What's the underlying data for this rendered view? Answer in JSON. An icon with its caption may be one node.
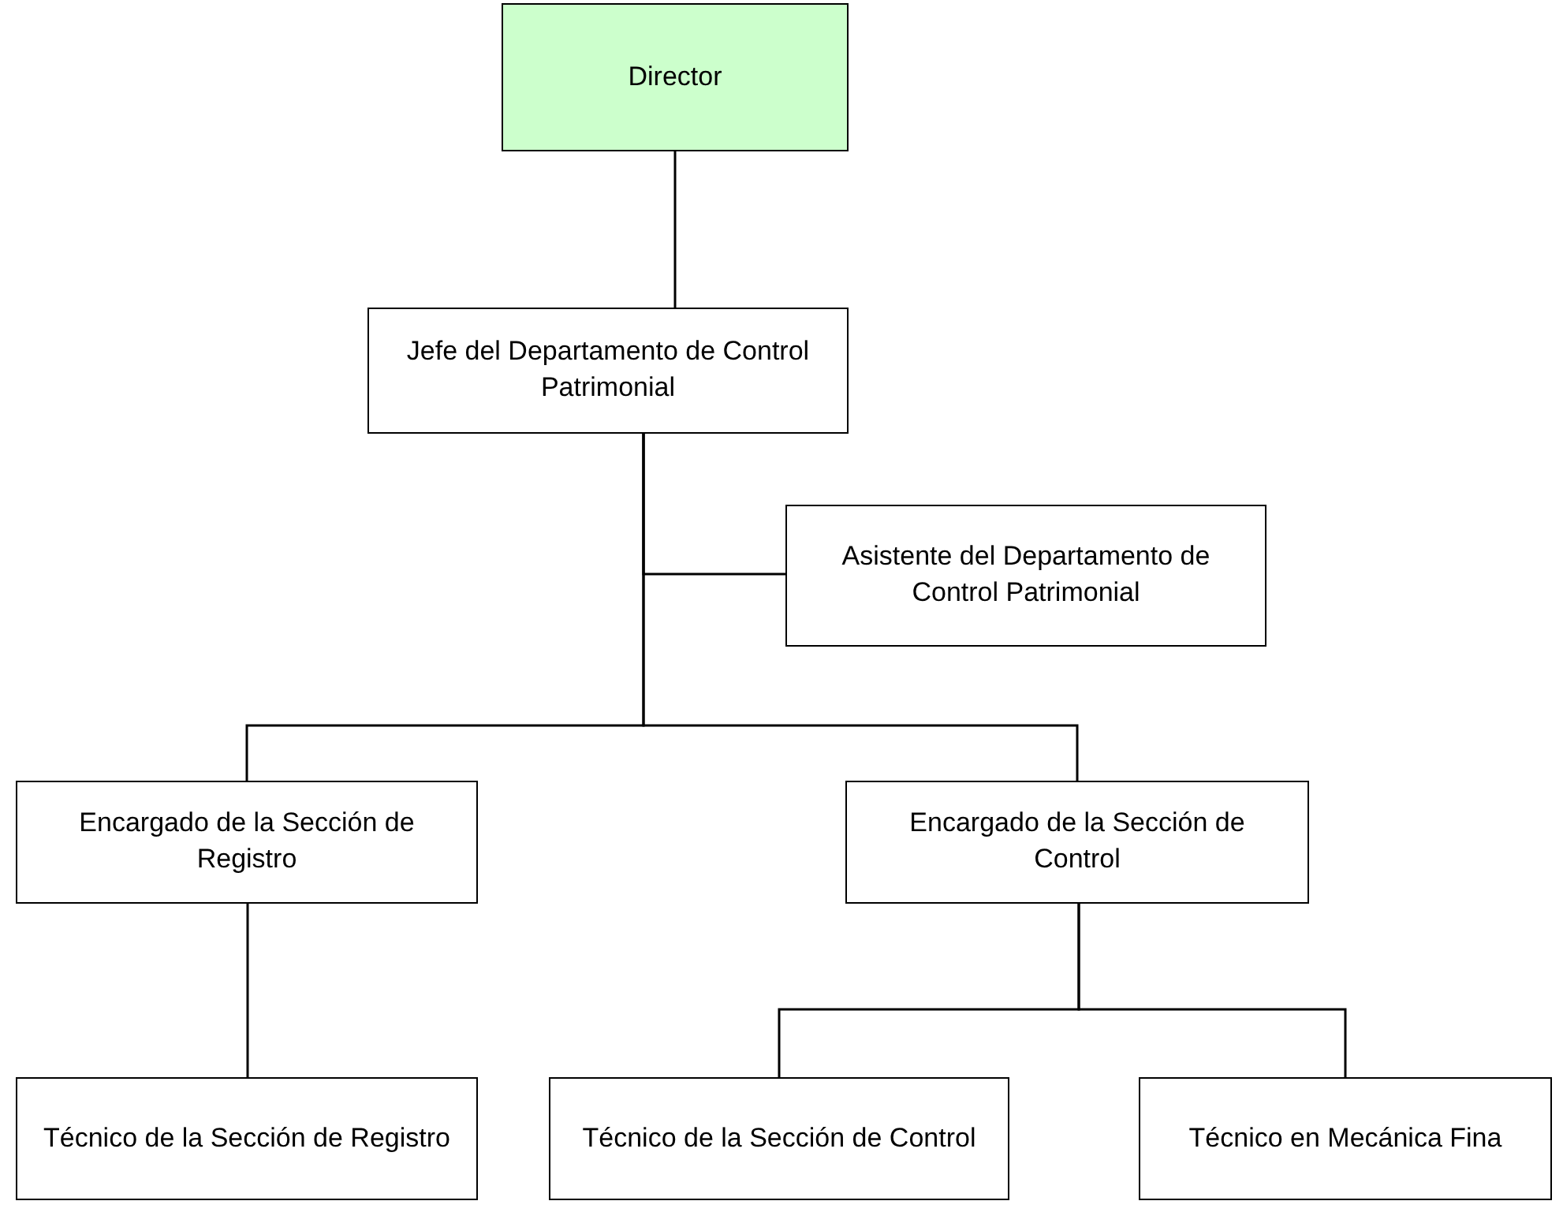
{
  "diagram": {
    "nodes": [
      {
        "text": [
          "Director"
        ]
      },
      {
        "text": [
          "Jefe del Departamento de Control Patrimonial"
        ]
      },
      {
        "text": [
          "Asistente del Departamento de Control Patrimonial"
        ]
      },
      {
        "text": [
          "Encargado de la Sección de Registro"
        ]
      },
      {
        "text": [
          "Encargado de la Sección de Control"
        ]
      },
      {
        "text": [
          "Técnico de la Sección de Registro"
        ]
      },
      {
        "text": [
          "Técnico de la Sección de Control"
        ]
      },
      {
        "text": [
          "Técnico en Mecánica Fina"
        ]
      }
    ],
    "edges": [
      {
        "from": 0,
        "to": 1,
        "arrow": "none"
      },
      {
        "from": 1,
        "to": 2,
        "arrow": "none"
      },
      {
        "from": 1,
        "to": 3,
        "arrow": "none"
      },
      {
        "from": 1,
        "to": 4,
        "arrow": "none"
      },
      {
        "from": 3,
        "to": 5,
        "arrow": "none"
      },
      {
        "from": 4,
        "to": 6,
        "arrow": "none"
      },
      {
        "from": 4,
        "to": 7,
        "arrow": "none"
      }
    ]
  }
}
